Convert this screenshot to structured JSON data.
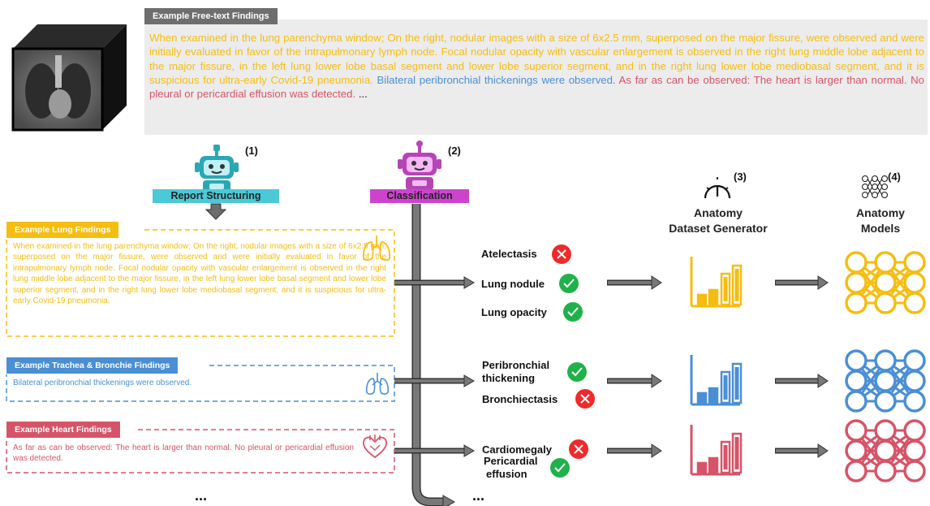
{
  "free_text": {
    "tag": "Example Free-text Findings",
    "lung_part": "When examined in the lung parenchyma window; On the right, nodular images with a size of 6x2.5 mm, superposed on the major fissure, were observed and were initially evaluated in favor of the intrapulmonary lymph node. Focal nodular opacity with vascular enlargement is observed in the right lung middle lobe adjacent to the major fissure, in the left lung lower lobe basal segment and lower lobe superior segment, and in the right lung lower lobe mediobasal segment, and it is suspicious for ultra-early Covid-19 pneumonia.",
    "trachea_part": "Bilateral peribronchial thickenings were observed.",
    "heart_part": "As far as can be observed: The heart is larger than normal. No pleural or pericardial effusion was detected.",
    "ellipsis": "..."
  },
  "steps": {
    "one": {
      "num": "(1)",
      "label": "Report Structuring"
    },
    "two": {
      "num": "(2)",
      "label": "Classification"
    },
    "three": {
      "num": "(3)",
      "label": "Anatomy Dataset Generator"
    },
    "four": {
      "num": "(4)",
      "label": "Anatomy Models"
    }
  },
  "sections": {
    "lung": {
      "tag": "Example Lung Findings",
      "text": "When examined in the lung parenchyma window; On the right, nodular images with a size of 6x2.5 mm, superposed on the major fissure, were observed and were initially evaluated in favor of the intrapulmonary lymph node. Focal nodular opacity with vascular enlargement is observed in the right lung middle lobe adjacent to the major fissure, in the left lung lower lobe basal segment and lower lobe superior segment, and in the right lung lower lobe mediobasal segment, and it is suspicious for ultra-early Covid-19 pneumonia.",
      "icon": "lungs-icon",
      "findings": [
        {
          "label": "Atelectasis",
          "status": "negative"
        },
        {
          "label": "Lung nodule",
          "status": "positive"
        },
        {
          "label": "Lung opacity",
          "status": "positive"
        }
      ]
    },
    "trachea": {
      "tag": "Example Trachea & Bronchie Findings",
      "text": "Bilateral peribronchial thickenings were observed.",
      "icon": "bronchi-icon",
      "findings": [
        {
          "label": "Peribronchial thickening",
          "status": "positive"
        },
        {
          "label": "Bronchiectasis",
          "status": "negative"
        }
      ]
    },
    "heart": {
      "tag": "Example Heart Findings",
      "text": "As far as can be observed: The heart is larger than normal. No pleural or pericardial effusion was detected.",
      "icon": "heart-icon",
      "findings": [
        {
          "label": "Cardiomegaly",
          "status": "negative"
        },
        {
          "label": "Pericardial effusion",
          "status": "positive"
        }
      ]
    }
  },
  "finding_labels": {
    "atelectasis": "Atelectasis",
    "lung_nodule": "Lung nodule",
    "lung_opacity": "Lung opacity",
    "peribronchial_1": "Peribronchial",
    "peribronchial_2": "thickening",
    "bronchiectasis": "Bronchiectasis",
    "cardiomegaly": "Cardiomegaly",
    "pericardial_1": "Pericardial",
    "pericardial_2": "effusion"
  },
  "headings": {
    "dataset_1": "Anatomy",
    "dataset_2": "Dataset Generator",
    "models_1": "Anatomy",
    "models_2": "Models"
  },
  "ellipsis": "...",
  "colors": {
    "lung": "#f5bd12",
    "trachea": "#4a8fd4",
    "heart": "#d65468",
    "report_pill": "#4cc9d6",
    "class_pill": "#cc44cc",
    "robot1": "#2aa7b5",
    "robot2": "#b545b5",
    "check": "#1fb24a",
    "cross": "#ef2a2a",
    "gray_box": "#ececec",
    "tag_gray": "#6e6e6e"
  }
}
